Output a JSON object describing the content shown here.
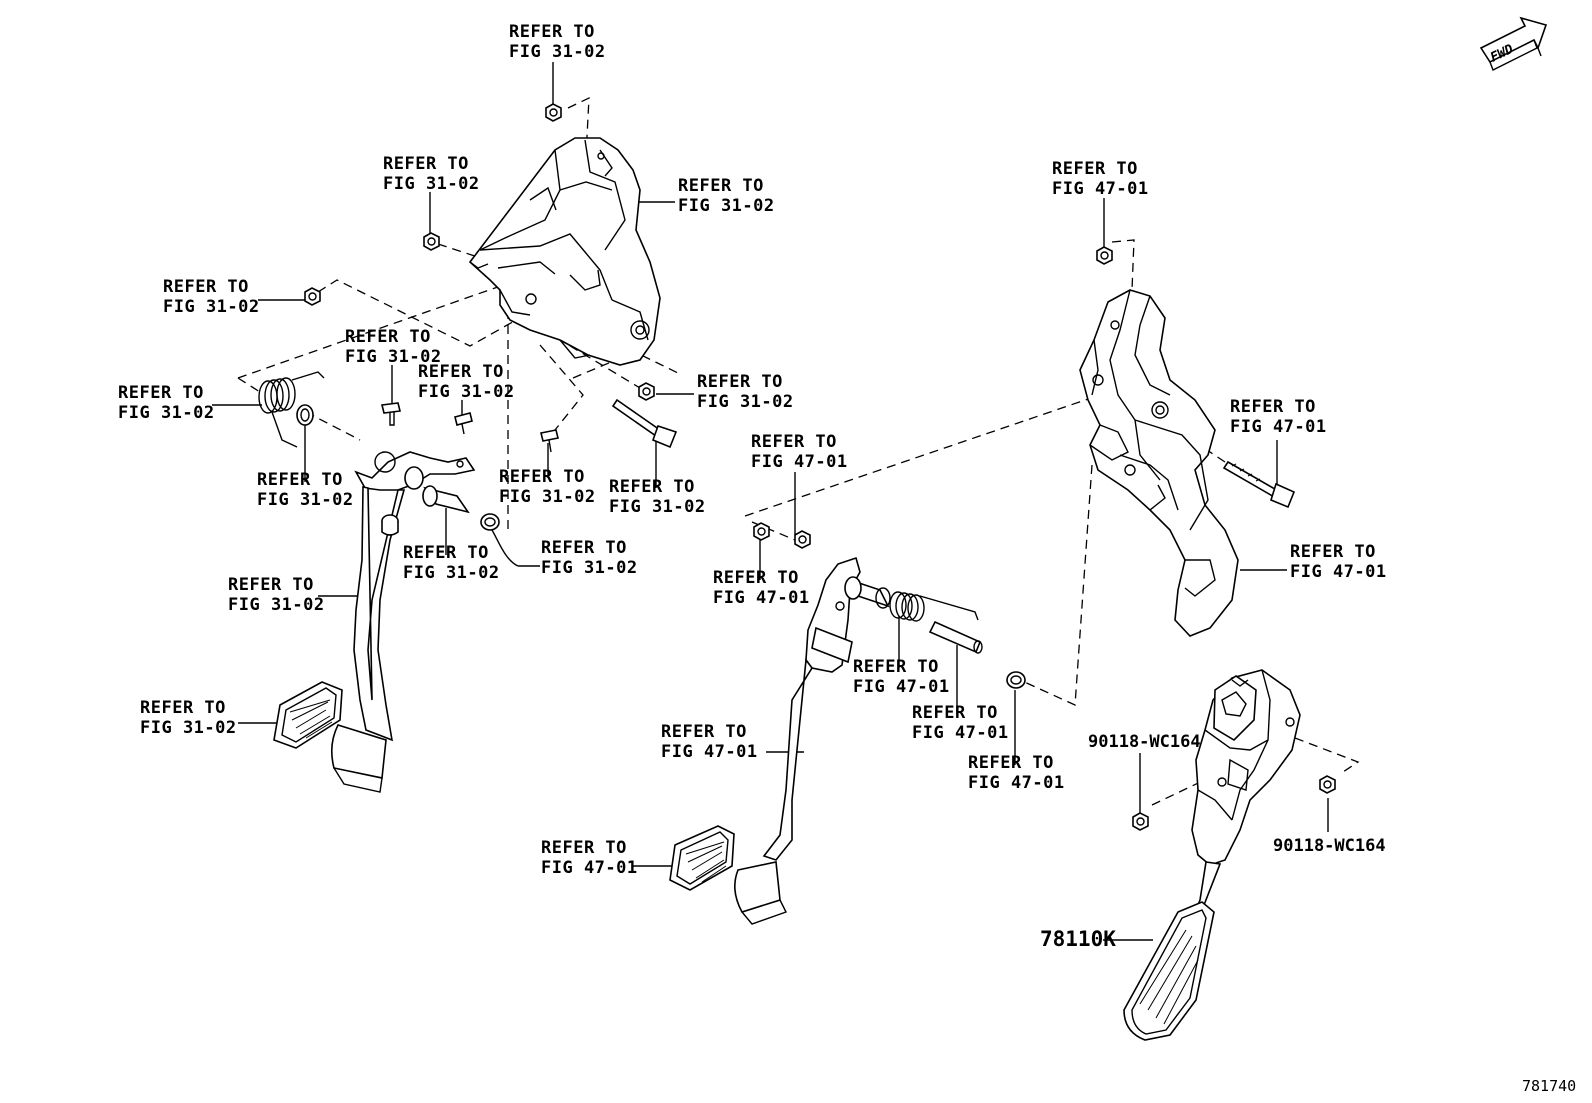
{
  "fwd_label": "FWD",
  "illustration_id": "781740",
  "part_numbers": {
    "nut_left": "90118-WC164",
    "nut_right": "90118-WC164",
    "accel_pedal": "78110K"
  },
  "callouts": [
    {
      "line1": "REFER TO",
      "line2": "FIG 31-02"
    },
    {
      "line1": "REFER TO",
      "line2": "FIG 31-02"
    },
    {
      "line1": "REFER TO",
      "line2": "FIG 31-02"
    },
    {
      "line1": "REFER TO",
      "line2": "FIG 31-02"
    },
    {
      "line1": "REFER TO",
      "line2": "FIG 31-02"
    },
    {
      "line1": "REFER TO",
      "line2": "FIG 31-02"
    },
    {
      "line1": "REFER TO",
      "line2": "FIG 31-02"
    },
    {
      "line1": "REFER TO",
      "line2": "FIG 31-02"
    },
    {
      "line1": "REFER TO",
      "line2": "FIG 31-02"
    },
    {
      "line1": "REFER TO",
      "line2": "FIG 31-02"
    },
    {
      "line1": "REFER TO",
      "line2": "FIG 31-02"
    },
    {
      "line1": "REFER TO",
      "line2": "FIG 31-02"
    },
    {
      "line1": "REFER TO",
      "line2": "FIG 31-02"
    },
    {
      "line1": "REFER TO",
      "line2": "FIG 31-02"
    },
    {
      "line1": "REFER TO",
      "line2": "FIG 31-02"
    },
    {
      "line1": "REFER TO",
      "line2": "FIG 47-01"
    },
    {
      "line1": "REFER TO",
      "line2": "FIG 47-01"
    },
    {
      "line1": "REFER TO",
      "line2": "FIG 47-01"
    },
    {
      "line1": "REFER TO",
      "line2": "FIG 47-01"
    },
    {
      "line1": "REFER TO",
      "line2": "FIG 47-01"
    },
    {
      "line1": "REFER TO",
      "line2": "FIG 47-01"
    },
    {
      "line1": "REFER TO",
      "line2": "FIG 47-01"
    },
    {
      "line1": "REFER TO",
      "line2": "FIG 47-01"
    },
    {
      "line1": "REFER TO",
      "line2": "FIG 47-01"
    },
    {
      "line1": "REFER TO",
      "line2": "FIG 47-01"
    }
  ]
}
